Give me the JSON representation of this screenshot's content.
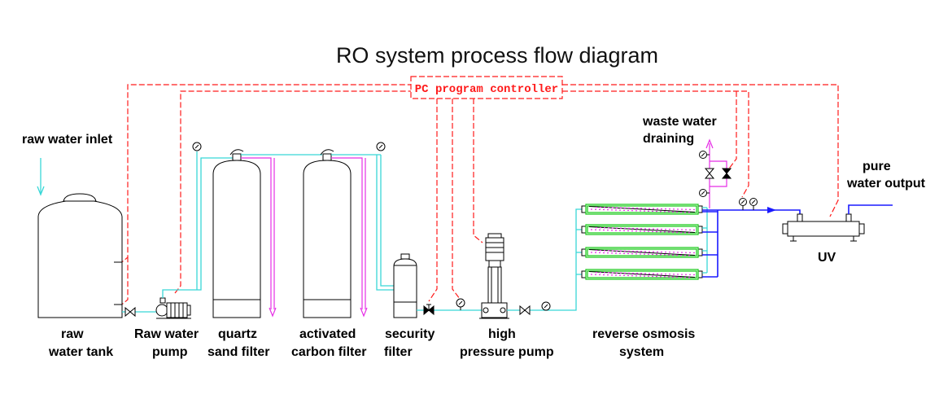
{
  "title": "RO system process flow diagram",
  "controller": {
    "label": "PC program controller"
  },
  "annotations": {
    "inlet": "raw water inlet",
    "waste": {
      "line1": "waste water",
      "line2": "draining"
    },
    "output": {
      "line1": "pure",
      "line2": "water output"
    },
    "uv": "UV"
  },
  "stages": [
    {
      "line1": "raw",
      "line2": "water tank"
    },
    {
      "line1": "Raw water",
      "line2": "pump"
    },
    {
      "line1": "quartz",
      "line2": "sand filter"
    },
    {
      "line1": "activated",
      "line2": "carbon filter"
    },
    {
      "line1": "security",
      "line2": "filter"
    },
    {
      "line1": "high",
      "line2": "pressure pump"
    },
    {
      "line1": "reverse osmosis",
      "line2": "system"
    }
  ],
  "colors": {
    "water-line": "#38d7d7",
    "control-line": "#ff1a1a",
    "drain-line": "#e52ee5",
    "pure-water-line": "#1a1aff",
    "membrane": "#22cc22"
  }
}
